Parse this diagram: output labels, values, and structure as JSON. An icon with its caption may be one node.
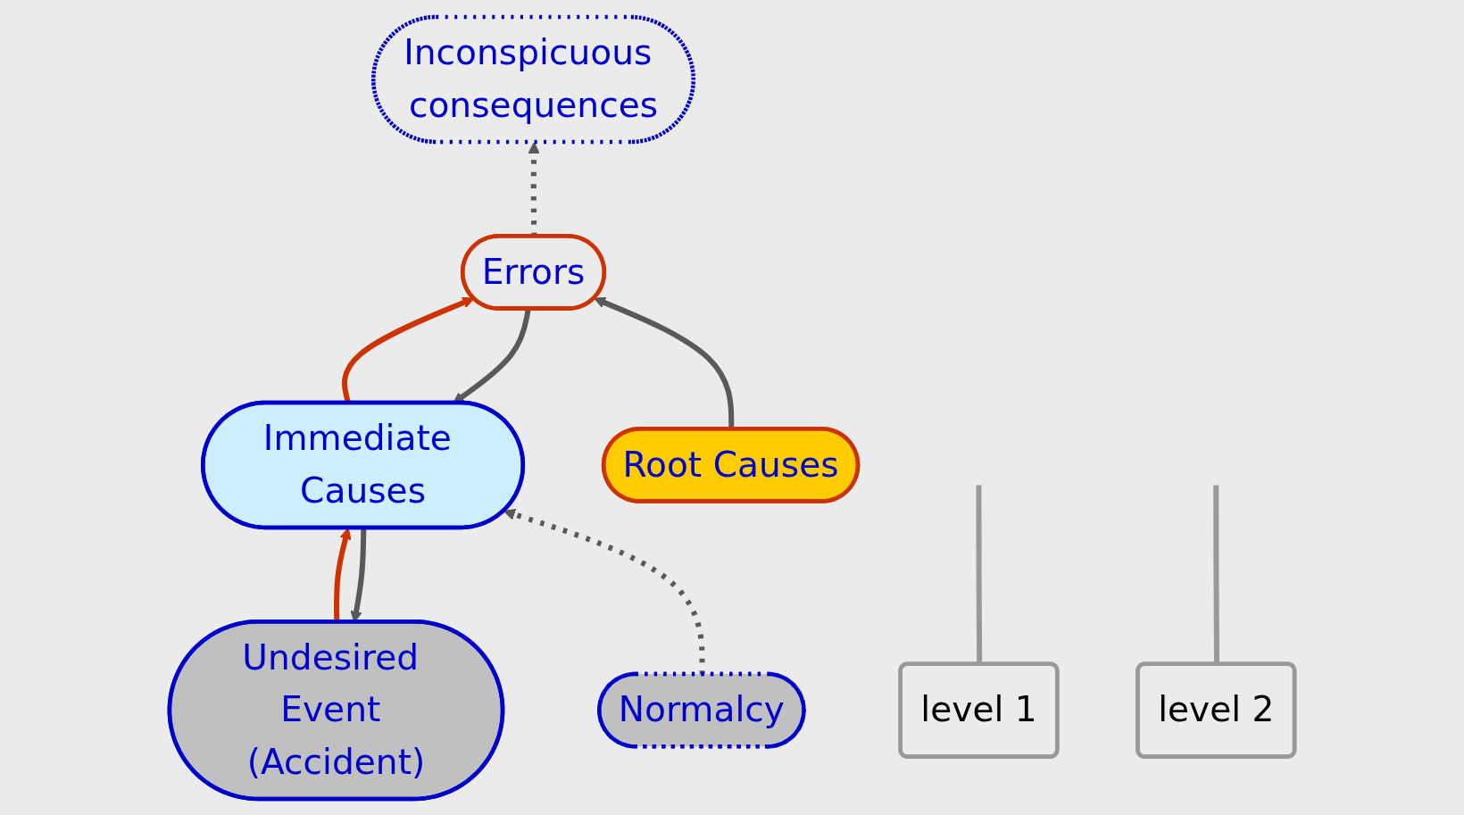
{
  "diagram": {
    "nodes": [
      {
        "text": [
          "Undesired Event (Accident)"
        ]
      },
      {
        "text": [
          "Inconspicuous consequences"
        ]
      },
      {
        "text": [
          "Immediate Causes"
        ]
      },
      {
        "text": [
          "level 1"
        ]
      },
      {
        "text": [
          "Normalcy"
        ]
      },
      {
        "text": [
          "Errors"
        ]
      },
      {
        "text": [
          "level 2"
        ]
      },
      {
        "text": [
          "Root Causes"
        ]
      }
    ],
    "edges": [
      {
        "from": 2,
        "to": 0,
        "arrow": "to"
      },
      {
        "from": 0,
        "to": 2,
        "arrow": "to",
        "color": "#cc3300"
      },
      {
        "from": 4,
        "to": 2,
        "arrow": "to",
        "style": "dashed"
      },
      {
        "from": 5,
        "to": 2,
        "arrow": "to"
      },
      {
        "from": 2,
        "to": 5,
        "arrow": "to",
        "color": "#cc3300"
      },
      {
        "from": 5,
        "to": 1,
        "arrow": "to",
        "style": "dashed"
      },
      {
        "from": 7,
        "to": 5,
        "arrow": "to"
      },
      {
        "from": 3,
        "to": null,
        "arrow": "none",
        "color": "#999999"
      },
      {
        "from": 6,
        "to": null,
        "arrow": "none",
        "color": "#999999"
      }
    ]
  }
}
